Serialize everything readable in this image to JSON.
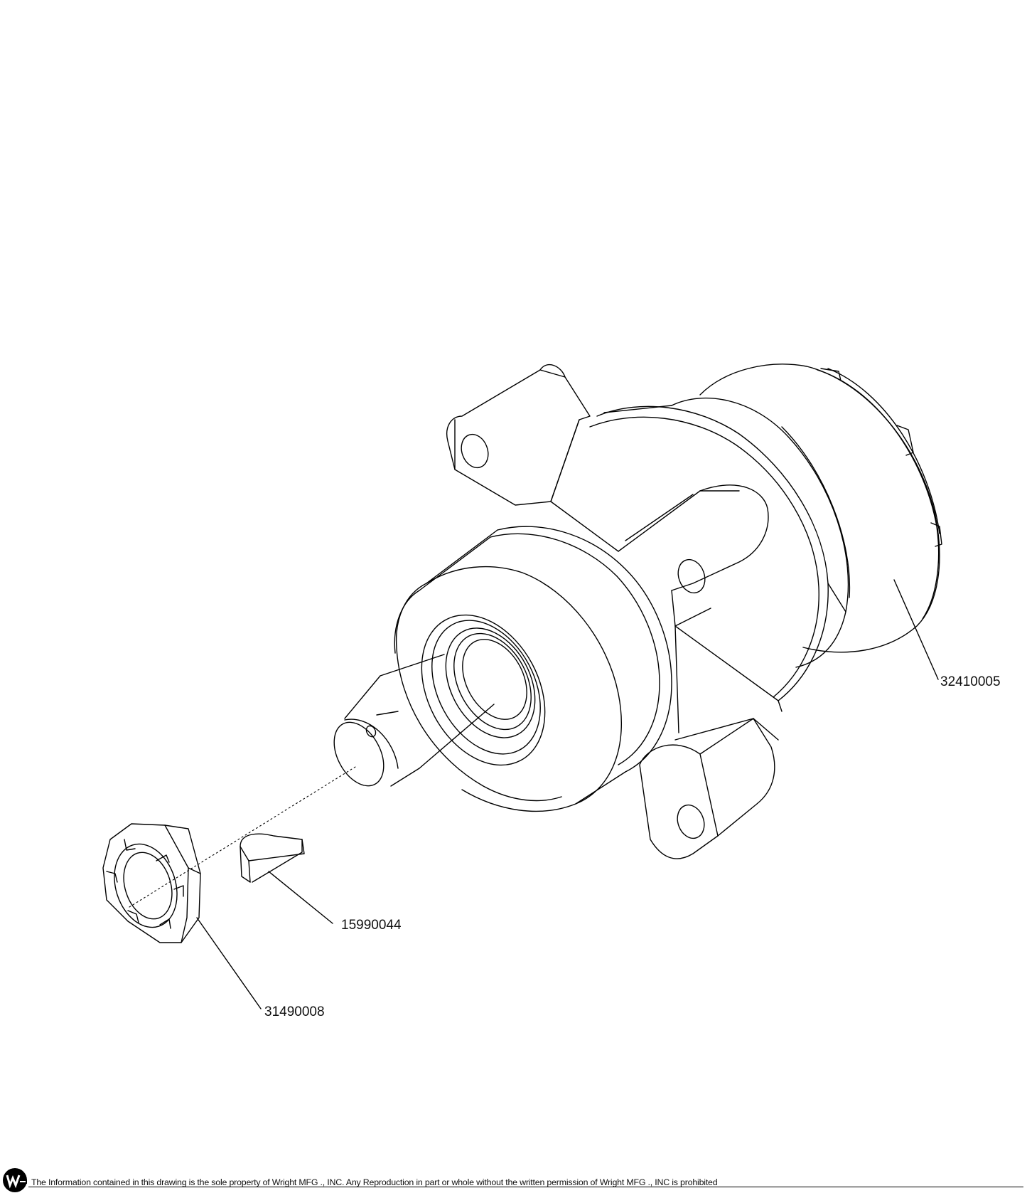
{
  "parts": [
    {
      "id": "motor-assembly",
      "part_number": "32410005"
    },
    {
      "id": "woodruff-key",
      "part_number": "15990044"
    },
    {
      "id": "castle-nut",
      "part_number": "31490008"
    }
  ],
  "footer": {
    "disclaimer": "The Information contained in this drawing is the sole property of Wright MFG ., INC. Any Reproduction in part or whole without the written permission of Wright MFG ., INC is prohibited",
    "logo_icon": "wright-logo-icon"
  },
  "colors": {
    "line": "#000000",
    "background": "#ffffff"
  }
}
